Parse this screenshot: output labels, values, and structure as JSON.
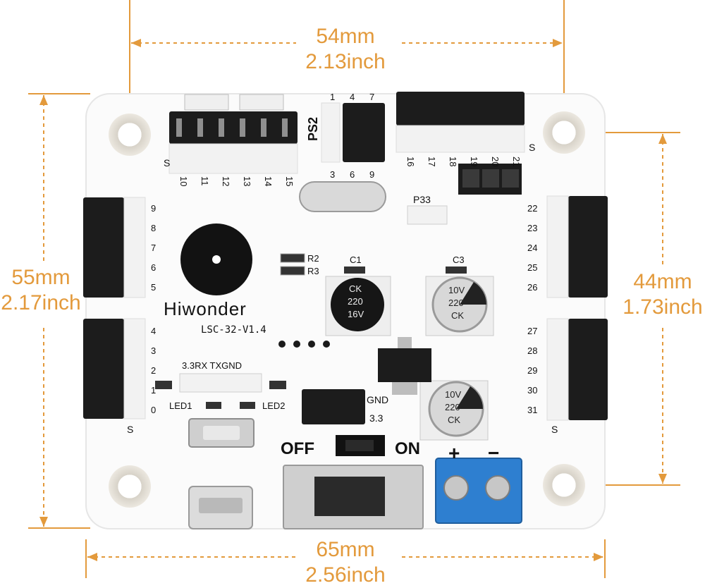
{
  "dimensions": {
    "top_mm": "54mm",
    "top_inch": "2.13inch",
    "left_mm": "55mm",
    "left_inch": "2.17inch",
    "right_mm": "44mm",
    "right_inch": "1.73inch",
    "bottom_mm": "65mm",
    "bottom_inch": "2.56inch"
  },
  "colors": {
    "dimension": "#e39a3c",
    "board": "#fbfbfb",
    "header": "#1c1c1c",
    "terminal": "#2e7fd0"
  },
  "board": {
    "brand": "Hiwonder",
    "model": "LSC-32-V1.4",
    "ps2": "PS2",
    "p33": "P33",
    "gnd": "GND",
    "v33": "3.3",
    "off": "OFF",
    "on": "ON",
    "plus": "+",
    "minus": "−",
    "r2": "R2",
    "r3": "R3",
    "c1": "C1",
    "c3": "C3",
    "serial": "3.3RX TXGND",
    "led1": "LED1",
    "led2": "LED2",
    "s": "S",
    "top_pins": [
      "10",
      "11",
      "12",
      "13",
      "14",
      "15"
    ],
    "top_right_pins": [
      "16",
      "17",
      "18",
      "19",
      "20",
      "21"
    ],
    "ps2_pins_top": [
      "1",
      "4",
      "7"
    ],
    "ps2_pins_bottom": [
      "3",
      "6",
      "9"
    ],
    "left_pins_a": [
      "9",
      "8",
      "7",
      "6",
      "5"
    ],
    "left_pins_b": [
      "4",
      "3",
      "2",
      "1",
      "0"
    ],
    "right_pins_a": [
      "22",
      "23",
      "24",
      "25",
      "26"
    ],
    "right_pins_b": [
      "27",
      "28",
      "29",
      "30",
      "31"
    ],
    "cap_big_lines": [
      "CK",
      "220",
      "16V"
    ],
    "cap_small_lines": [
      "10V",
      "220",
      "CK"
    ]
  }
}
